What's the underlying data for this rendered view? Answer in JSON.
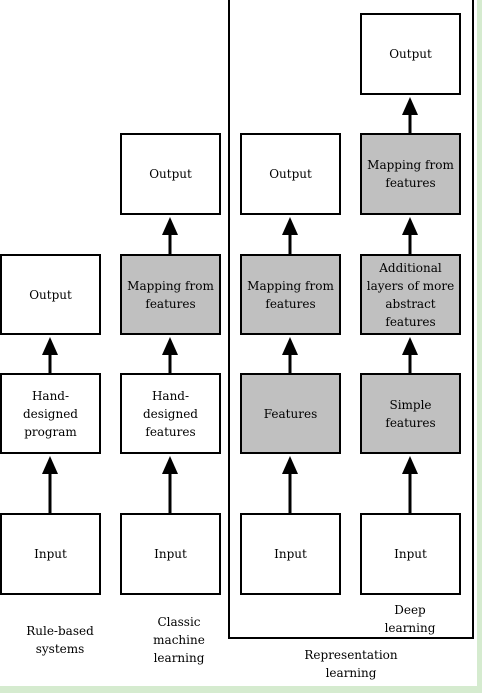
{
  "columns": {
    "rule_based": {
      "caption": "Rule-based systems",
      "boxes": {
        "output": "Output",
        "program": "Hand-designed program",
        "input": "Input"
      }
    },
    "classic_ml": {
      "caption": "Classic machine learning",
      "boxes": {
        "output": "Output",
        "mapping": "Mapping from features",
        "features": "Hand-designed features",
        "input": "Input"
      }
    },
    "representation": {
      "boxes": {
        "output": "Output",
        "mapping": "Mapping from features",
        "features": "Features",
        "input": "Input"
      }
    },
    "deep": {
      "caption": "Deep learning",
      "boxes": {
        "output": "Output",
        "mapping": "Mapping from features",
        "abstract": "Additional layers of more abstract features",
        "simple": "Simple features",
        "input": "Input"
      }
    }
  },
  "group_caption": "Representation learning",
  "colors": {
    "learned_box": "#c0c0c0",
    "fixed_box": "#ffffff",
    "stroke": "#000000",
    "page_border": "#d5ebcf"
  }
}
